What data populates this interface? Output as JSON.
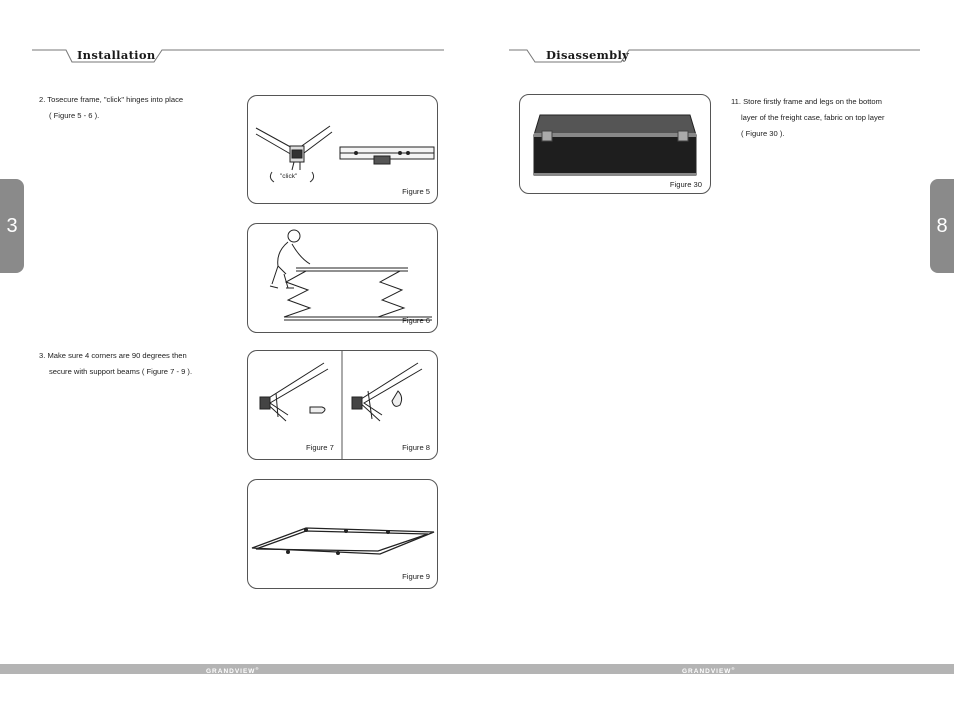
{
  "left_page": {
    "section_title": "Installation",
    "page_number": "3",
    "steps": [
      {
        "line1": "2. Tosecure frame, \"click\" hinges into  place",
        "line2": "( Figure 5 - 6 )."
      },
      {
        "line1": "3. Make sure 4 corners are 90 degrees then",
        "line2": "secure with support beams ( Figure 7 - 9 )."
      }
    ],
    "figures": {
      "fig5": {
        "caption": "Figure 5",
        "annotation": "\"click\""
      },
      "fig6": {
        "caption": "Figure 6"
      },
      "fig7": {
        "caption": "Figure 7"
      },
      "fig8": {
        "caption": "Figure 8"
      },
      "fig9": {
        "caption": "Figure 9"
      }
    }
  },
  "right_page": {
    "section_title": "Disassembly",
    "page_number": "8",
    "steps": [
      {
        "line1": "11. Store firstly frame and legs on the bottom",
        "line2": "layer of the freight case, fabric on top layer",
        "line3": "( Figure 30 )."
      }
    ],
    "figures": {
      "fig30": {
        "caption": "Figure 30"
      }
    }
  },
  "footer": {
    "brand_left": "GRANDVIEW",
    "brand_right": "GRANDVIEW",
    "mark": "®"
  },
  "colors": {
    "tab": "#8a8a8a",
    "footer_bar": "#b4b4b4",
    "rule": "#777777"
  }
}
